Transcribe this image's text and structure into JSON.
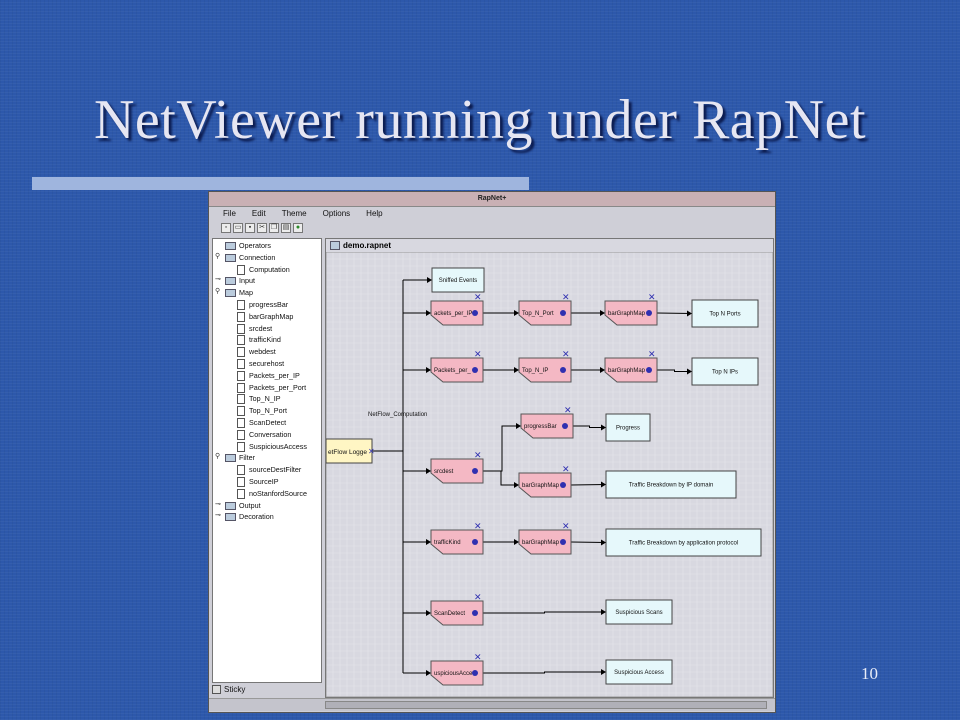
{
  "slide": {
    "title": "NetViewer running under RapNet",
    "page_number": "10"
  },
  "window": {
    "title": "RapNet+",
    "menu": [
      "File",
      "Edit",
      "Theme",
      "Options",
      "Help"
    ],
    "toolbar_icons": [
      "new-file-icon",
      "open-folder-icon",
      "save-icon",
      "cut-icon",
      "copy-icon",
      "paste-icon",
      "run-icon"
    ]
  },
  "tree": {
    "root": "Operators",
    "items": [
      {
        "label": "Connection",
        "type": "folder",
        "level": 1,
        "expanded": true
      },
      {
        "label": "Computation",
        "type": "file",
        "level": 2
      },
      {
        "label": "Input",
        "type": "folder",
        "level": 1,
        "expanded": false
      },
      {
        "label": "Map",
        "type": "folder",
        "level": 1,
        "expanded": true
      },
      {
        "label": "progressBar",
        "type": "file",
        "level": 2
      },
      {
        "label": "barGraphMap",
        "type": "file",
        "level": 2
      },
      {
        "label": "srcdest",
        "type": "file",
        "level": 2
      },
      {
        "label": "trafficKind",
        "type": "file",
        "level": 2
      },
      {
        "label": "webdest",
        "type": "file",
        "level": 2
      },
      {
        "label": "securehost",
        "type": "file",
        "level": 2
      },
      {
        "label": "Packets_per_IP",
        "type": "file",
        "level": 2
      },
      {
        "label": "Packets_per_Port",
        "type": "file",
        "level": 2
      },
      {
        "label": "Top_N_IP",
        "type": "file",
        "level": 2
      },
      {
        "label": "Top_N_Port",
        "type": "file",
        "level": 2
      },
      {
        "label": "ScanDetect",
        "type": "file",
        "level": 2
      },
      {
        "label": "Conversation",
        "type": "file",
        "level": 2
      },
      {
        "label": "SuspiciousAccess",
        "type": "file",
        "level": 2
      },
      {
        "label": "Filter",
        "type": "folder",
        "level": 1,
        "expanded": true
      },
      {
        "label": "sourceDestFilter",
        "type": "file",
        "level": 2
      },
      {
        "label": "SourceIP",
        "type": "file",
        "level": 2
      },
      {
        "label": "noStanfordSource",
        "type": "file",
        "level": 2
      },
      {
        "label": "Output",
        "type": "folder",
        "level": 1,
        "expanded": false
      },
      {
        "label": "Decoration",
        "type": "folder",
        "level": 1,
        "expanded": false
      }
    ],
    "sticky_label": "Sticky"
  },
  "canvas": {
    "file_name": "demo.rapnet",
    "flow_label": "NetFlow_Computation",
    "logger_label": "etFlow Logge",
    "colors": {
      "operator": "#f4b8c4",
      "output": "#e6f8fb",
      "logger": "#fff6c4",
      "wire": "#000000",
      "port": "#3030b0"
    },
    "nodes": [
      {
        "id": "sniffed",
        "kind": "output",
        "label": "Sniffed Events"
      },
      {
        "id": "ppip1",
        "kind": "op",
        "label": "ackets_per_IP"
      },
      {
        "id": "topnport",
        "kind": "op",
        "label": "Top_N_Port"
      },
      {
        "id": "bg1",
        "kind": "op",
        "label": "barGraphMap"
      },
      {
        "id": "out_ports",
        "kind": "output",
        "label": "Top N Ports"
      },
      {
        "id": "ppip2",
        "kind": "op",
        "label": "Packets_per_"
      },
      {
        "id": "topnip",
        "kind": "op",
        "label": "Top_N_IP"
      },
      {
        "id": "bg2",
        "kind": "op",
        "label": "barGraphMap"
      },
      {
        "id": "out_ips",
        "kind": "output",
        "label": "Top N IPs"
      },
      {
        "id": "progress",
        "kind": "op",
        "label": "progressBar"
      },
      {
        "id": "out_progress",
        "kind": "output",
        "label": "Progress"
      },
      {
        "id": "srcdest",
        "kind": "op",
        "label": "srcdest"
      },
      {
        "id": "bg3",
        "kind": "op",
        "label": "barGraphMap"
      },
      {
        "id": "out_domain",
        "kind": "output",
        "label": "Traffic Breakdown by IP domain"
      },
      {
        "id": "traffickind",
        "kind": "op",
        "label": "trafficKind"
      },
      {
        "id": "bg4",
        "kind": "op",
        "label": "barGraphMap"
      },
      {
        "id": "out_proto",
        "kind": "output",
        "label": "Traffic Breakdown by application protocol"
      },
      {
        "id": "scandetect",
        "kind": "op",
        "label": "ScanDetect"
      },
      {
        "id": "out_scans",
        "kind": "output",
        "label": "Suspicious Scans"
      },
      {
        "id": "suspacc",
        "kind": "op",
        "label": "uspiciousAcce"
      },
      {
        "id": "out_access",
        "kind": "output",
        "label": "Suspicious Access"
      }
    ]
  }
}
